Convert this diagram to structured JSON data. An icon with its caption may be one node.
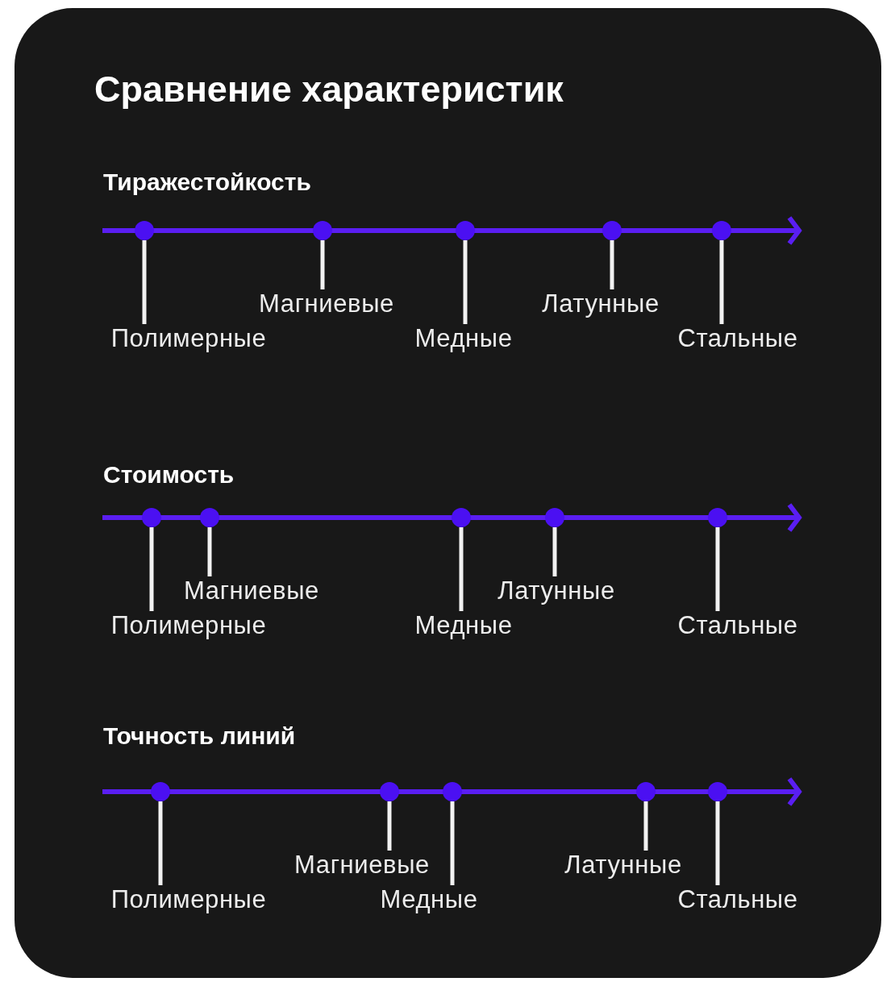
{
  "diagram": {
    "title": "Сравнение характеристик",
    "nodes": [
      {
        "text": [],
        "shape": "circle"
      },
      {
        "text": [],
        "shape": "circle"
      },
      {
        "text": [],
        "shape": "circle"
      },
      {
        "text": [],
        "shape": "circle"
      },
      {
        "text": [],
        "shape": "circle"
      },
      {
        "text": [
          "Полимерные"
        ]
      },
      {
        "text": [
          "Магниевые"
        ]
      },
      {
        "text": [
          "Медные"
        ]
      },
      {
        "text": [
          "Латунные"
        ]
      },
      {
        "text": [
          "Стальные"
        ]
      },
      {
        "text": [],
        "shape": "circle"
      },
      {
        "text": [],
        "shape": "circle"
      },
      {
        "text": [],
        "shape": "circle"
      },
      {
        "text": [],
        "shape": "circle"
      },
      {
        "text": [],
        "shape": "circle"
      },
      {
        "text": [
          "Полимерные"
        ]
      },
      {
        "text": [
          "Магниевые"
        ]
      },
      {
        "text": [
          "Медные"
        ]
      },
      {
        "text": [
          "Латунные"
        ]
      },
      {
        "text": [
          "Стальные"
        ]
      },
      {
        "text": [],
        "shape": "circle"
      },
      {
        "text": [],
        "shape": "circle"
      },
      {
        "text": [],
        "shape": "circle"
      },
      {
        "text": [],
        "shape": "circle"
      },
      {
        "text": [],
        "shape": "circle"
      },
      {
        "text": [
          "Полимерные"
        ]
      },
      {
        "text": [
          "Магниевые"
        ]
      },
      {
        "text": [
          "Медные"
        ]
      },
      {
        "text": [
          "Латунные"
        ]
      },
      {
        "text": [
          "Стальные"
        ]
      }
    ],
    "edges": [
      {
        "from": 5,
        "to": 0,
        "arrow": "none"
      },
      {
        "from": 6,
        "to": 1,
        "arrow": "none"
      },
      {
        "from": 7,
        "to": 2,
        "arrow": "none"
      },
      {
        "from": 8,
        "to": 3,
        "arrow": "none"
      },
      {
        "from": 9,
        "to": 4,
        "arrow": "none"
      },
      {
        "from": 15,
        "to": 10,
        "arrow": "none"
      },
      {
        "from": 16,
        "to": 11,
        "arrow": "none"
      },
      {
        "from": 17,
        "to": 12,
        "arrow": "none"
      },
      {
        "from": 18,
        "to": 13,
        "arrow": "none"
      },
      {
        "from": 19,
        "to": 14,
        "arrow": "none"
      },
      {
        "from": 25,
        "to": 20,
        "arrow": "none"
      },
      {
        "from": 26,
        "to": 21,
        "arrow": "none"
      },
      {
        "from": 27,
        "to": 22,
        "arrow": "none"
      },
      {
        "from": 28,
        "to": 23,
        "arrow": "none"
      },
      {
        "from": 29,
        "to": 24,
        "arrow": "none"
      }
    ],
    "labels": [
      "Тиражестойкость",
      "Стоимость",
      "Точность линий"
    ]
  }
}
